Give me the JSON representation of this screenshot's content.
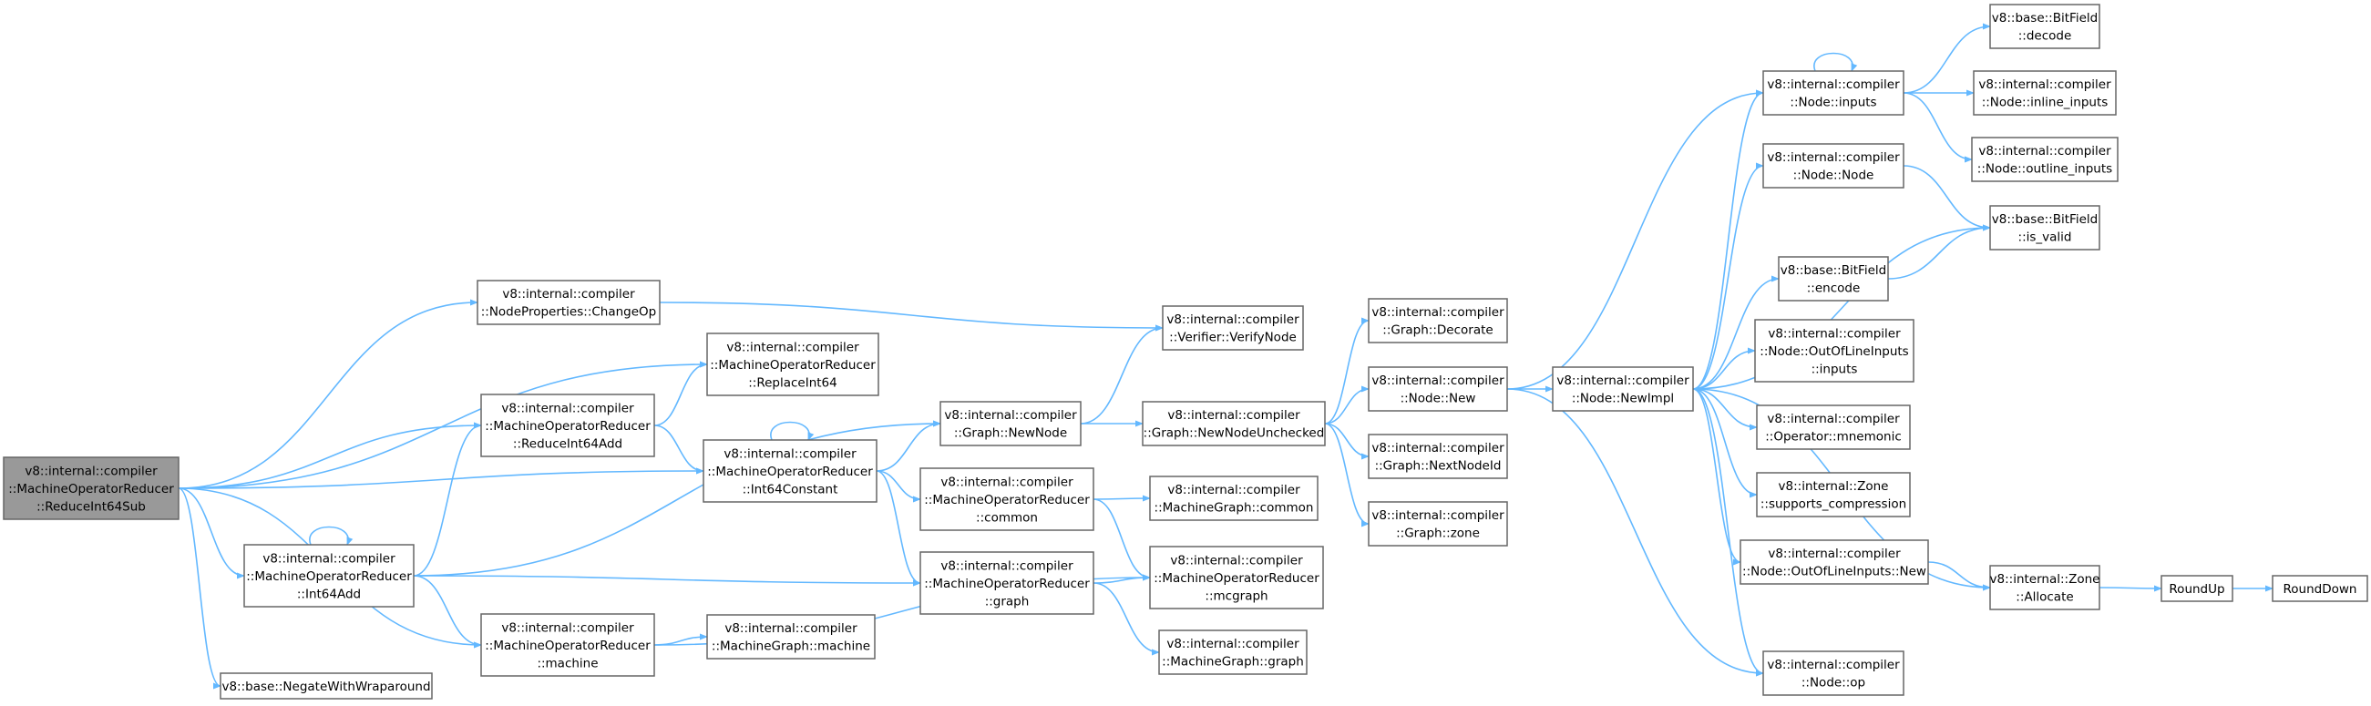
{
  "diagram": {
    "type": "call-graph",
    "nodes": [
      {
        "id": "reduce_int64_sub",
        "lines": [
          "v8::internal::compiler",
          "::MachineOperatorReducer",
          "::ReduceInt64Sub"
        ],
        "root": true
      },
      {
        "id": "change_op",
        "lines": [
          "v8::internal::compiler",
          "::NodeProperties::ChangeOp"
        ]
      },
      {
        "id": "reduce_int64_add",
        "lines": [
          "v8::internal::compiler",
          "::MachineOperatorReducer",
          "::ReduceInt64Add"
        ]
      },
      {
        "id": "int64_add",
        "lines": [
          "v8::internal::compiler",
          "::MachineOperatorReducer",
          "::Int64Add"
        ]
      },
      {
        "id": "mor_machine",
        "lines": [
          "v8::internal::compiler",
          "::MachineOperatorReducer",
          "::machine"
        ]
      },
      {
        "id": "negate_with_wraparound",
        "lines": [
          "v8::base::NegateWithWraparound"
        ]
      },
      {
        "id": "replace_int64",
        "lines": [
          "v8::internal::compiler",
          "::MachineOperatorReducer",
          "::ReplaceInt64"
        ]
      },
      {
        "id": "int64_constant",
        "lines": [
          "v8::internal::compiler",
          "::MachineOperatorReducer",
          "::Int64Constant"
        ]
      },
      {
        "id": "mg_machine",
        "lines": [
          "v8::internal::compiler",
          "::MachineGraph::machine"
        ]
      },
      {
        "id": "graph_new_node",
        "lines": [
          "v8::internal::compiler",
          "::Graph::NewNode"
        ]
      },
      {
        "id": "mor_common",
        "lines": [
          "v8::internal::compiler",
          "::MachineOperatorReducer",
          "::common"
        ]
      },
      {
        "id": "mor_graph",
        "lines": [
          "v8::internal::compiler",
          "::MachineOperatorReducer",
          "::graph"
        ]
      },
      {
        "id": "verify_node",
        "lines": [
          "v8::internal::compiler",
          "::Verifier::VerifyNode"
        ]
      },
      {
        "id": "new_node_unchecked",
        "lines": [
          "v8::internal::compiler",
          "::Graph::NewNodeUnchecked"
        ]
      },
      {
        "id": "mg_common",
        "lines": [
          "v8::internal::compiler",
          "::MachineGraph::common"
        ]
      },
      {
        "id": "mor_mcgraph",
        "lines": [
          "v8::internal::compiler",
          "::MachineOperatorReducer",
          "::mcgraph"
        ]
      },
      {
        "id": "mg_graph",
        "lines": [
          "v8::internal::compiler",
          "::MachineGraph::graph"
        ]
      },
      {
        "id": "graph_decorate",
        "lines": [
          "v8::internal::compiler",
          "::Graph::Decorate"
        ]
      },
      {
        "id": "node_new",
        "lines": [
          "v8::internal::compiler",
          "::Node::New"
        ]
      },
      {
        "id": "graph_next_node_id",
        "lines": [
          "v8::internal::compiler",
          "::Graph::NextNodeId"
        ]
      },
      {
        "id": "graph_zone",
        "lines": [
          "v8::internal::compiler",
          "::Graph::zone"
        ]
      },
      {
        "id": "node_new_impl",
        "lines": [
          "v8::internal::compiler",
          "::Node::NewImpl"
        ]
      },
      {
        "id": "node_inputs",
        "lines": [
          "v8::internal::compiler",
          "::Node::inputs"
        ]
      },
      {
        "id": "node_node",
        "lines": [
          "v8::internal::compiler",
          "::Node::Node"
        ]
      },
      {
        "id": "bitfield_encode",
        "lines": [
          "v8::base::BitField",
          "::encode"
        ]
      },
      {
        "id": "ooli_inputs",
        "lines": [
          "v8::internal::compiler",
          "::Node::OutOfLineInputs",
          "::inputs"
        ]
      },
      {
        "id": "operator_mnemonic",
        "lines": [
          "v8::internal::compiler",
          "::Operator::mnemonic"
        ]
      },
      {
        "id": "zone_supports_compression",
        "lines": [
          "v8::internal::Zone",
          "::supports_compression"
        ]
      },
      {
        "id": "ooli_new",
        "lines": [
          "v8::internal::compiler",
          "::Node::OutOfLineInputs::New"
        ]
      },
      {
        "id": "node_op",
        "lines": [
          "v8::internal::compiler",
          "::Node::op"
        ]
      },
      {
        "id": "bitfield_decode",
        "lines": [
          "v8::base::BitField",
          "::decode"
        ]
      },
      {
        "id": "node_inline_inputs",
        "lines": [
          "v8::internal::compiler",
          "::Node::inline_inputs"
        ]
      },
      {
        "id": "node_outline_inputs",
        "lines": [
          "v8::internal::compiler",
          "::Node::outline_inputs"
        ]
      },
      {
        "id": "bitfield_is_valid",
        "lines": [
          "v8::base::BitField",
          "::is_valid"
        ]
      },
      {
        "id": "zone_allocate",
        "lines": [
          "v8::internal::Zone",
          "::Allocate"
        ]
      },
      {
        "id": "round_up",
        "lines": [
          "RoundUp"
        ]
      },
      {
        "id": "round_down",
        "lines": [
          "RoundDown"
        ]
      }
    ],
    "edges": [
      [
        "reduce_int64_sub",
        "change_op"
      ],
      [
        "reduce_int64_sub",
        "replace_int64"
      ],
      [
        "reduce_int64_sub",
        "reduce_int64_add"
      ],
      [
        "reduce_int64_sub",
        "int64_constant"
      ],
      [
        "reduce_int64_sub",
        "int64_add"
      ],
      [
        "reduce_int64_sub",
        "mor_machine"
      ],
      [
        "reduce_int64_sub",
        "negate_with_wraparound"
      ],
      [
        "change_op",
        "verify_node"
      ],
      [
        "reduce_int64_add",
        "replace_int64"
      ],
      [
        "reduce_int64_add",
        "int64_constant"
      ],
      [
        "int64_add",
        "int64_add"
      ],
      [
        "int64_add",
        "reduce_int64_add"
      ],
      [
        "int64_add",
        "graph_new_node"
      ],
      [
        "int64_add",
        "mor_graph"
      ],
      [
        "int64_add",
        "mor_machine"
      ],
      [
        "int64_constant",
        "int64_constant"
      ],
      [
        "int64_constant",
        "graph_new_node"
      ],
      [
        "int64_constant",
        "mor_common"
      ],
      [
        "int64_constant",
        "mor_graph"
      ],
      [
        "mor_machine",
        "mg_machine"
      ],
      [
        "mor_machine",
        "mor_mcgraph"
      ],
      [
        "graph_new_node",
        "verify_node"
      ],
      [
        "graph_new_node",
        "new_node_unchecked"
      ],
      [
        "mor_common",
        "mg_common"
      ],
      [
        "mor_common",
        "mor_mcgraph"
      ],
      [
        "mor_graph",
        "mor_mcgraph"
      ],
      [
        "mor_graph",
        "mg_graph"
      ],
      [
        "new_node_unchecked",
        "graph_decorate"
      ],
      [
        "new_node_unchecked",
        "node_new"
      ],
      [
        "new_node_unchecked",
        "graph_next_node_id"
      ],
      [
        "new_node_unchecked",
        "graph_zone"
      ],
      [
        "node_new",
        "node_inputs"
      ],
      [
        "node_new",
        "node_new_impl"
      ],
      [
        "node_new",
        "node_op"
      ],
      [
        "node_new_impl",
        "node_inputs"
      ],
      [
        "node_new_impl",
        "node_node"
      ],
      [
        "node_new_impl",
        "bitfield_is_valid"
      ],
      [
        "node_new_impl",
        "bitfield_encode"
      ],
      [
        "node_new_impl",
        "ooli_inputs"
      ],
      [
        "node_new_impl",
        "operator_mnemonic"
      ],
      [
        "node_new_impl",
        "zone_supports_compression"
      ],
      [
        "node_new_impl",
        "ooli_new"
      ],
      [
        "node_new_impl",
        "zone_allocate"
      ],
      [
        "node_new_impl",
        "node_op"
      ],
      [
        "node_inputs",
        "node_inputs"
      ],
      [
        "node_inputs",
        "bitfield_decode"
      ],
      [
        "node_inputs",
        "node_inline_inputs"
      ],
      [
        "node_inputs",
        "node_outline_inputs"
      ],
      [
        "node_node",
        "bitfield_is_valid"
      ],
      [
        "bitfield_encode",
        "bitfield_is_valid"
      ],
      [
        "ooli_new",
        "zone_allocate"
      ],
      [
        "zone_allocate",
        "round_up"
      ],
      [
        "round_up",
        "round_down"
      ]
    ]
  },
  "colors": {
    "edge": "#63b8ff",
    "node_border": "#666666",
    "root_fill": "#999999",
    "node_fill": "#ffffff"
  }
}
